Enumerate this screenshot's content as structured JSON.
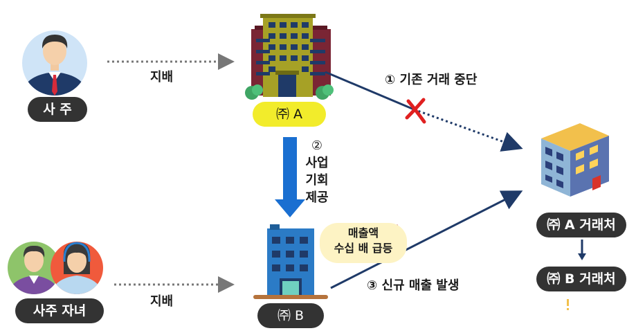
{
  "owner": {
    "label": "사 주",
    "control_label": "지배"
  },
  "children": {
    "label": "사주 자녀",
    "control_label": "지배"
  },
  "company_a": {
    "label": "㈜ A"
  },
  "company_b": {
    "label": "㈜ B"
  },
  "step1": {
    "label": "① 기존 거래 중단"
  },
  "step2": {
    "number": "②",
    "lines": [
      "사업",
      "기회",
      "제공"
    ]
  },
  "step3": {
    "label": "③ 신규 매출 발생"
  },
  "sales_note": {
    "line1": "매출액",
    "line2": "수십 배 급등"
  },
  "client_a": {
    "label": "㈜ A 거래처"
  },
  "client_b": {
    "label": "㈜ B 거래처"
  },
  "colors": {
    "navy": "#1f3a68",
    "blue_arrow": "#1a6fd1",
    "red_x": "#e02020",
    "yellow": "#f2ec2b",
    "pill_dark": "#333333"
  }
}
